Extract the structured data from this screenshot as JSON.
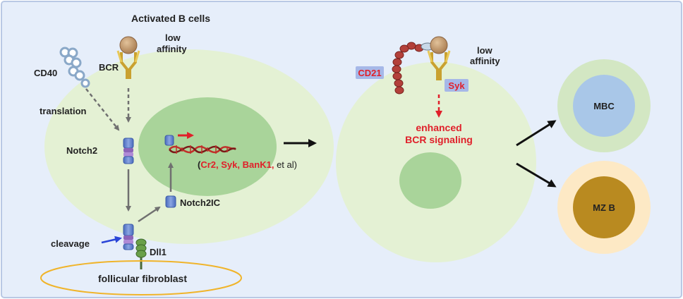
{
  "title": "Activated B cells",
  "labels": {
    "cd40": "CD40",
    "bcr": "BCR",
    "low_affinity_1": "low",
    "low_affinity_2": "affinity",
    "translation": "translation",
    "notch2": "Notch2",
    "notch2ic": "Notch2IC",
    "cleavage": "cleavage",
    "dll1": "Dll1",
    "fibroblast": "follicular fibroblast",
    "genes": {
      "open": "(",
      "cr2": "Cr2,",
      "syk": "Syk,",
      "bank1": "BanK1,",
      "etal": "et al)"
    },
    "cd21": "CD21",
    "syk_badge": "Syk",
    "low_affinity_right_1": "low",
    "low_affinity_right_2": "affinity",
    "enhanced_1": "enhanced",
    "enhanced_2": "BCR signaling",
    "mbc": "MBC",
    "mzb": "MZ B"
  },
  "colors": {
    "panel_bg": "#e6eefa",
    "panel_border": "#b9c9e4",
    "cell": "#e4f1d4",
    "nucleus": "#a9d49a",
    "mbc_outer": "#d3e7c3",
    "mbc_inner": "#a9c7e8",
    "mzb_outer": "#fde9c5",
    "mzb_inner": "#b98a20",
    "red": "#e0202a",
    "blue_arrow": "#2a45d8",
    "fibroblast": "#f0b42a",
    "receptor_yellow": "#f0c84a",
    "antigen": "#c9a073",
    "notch_blue": "#5b7fcf",
    "notch_purple": "#8c63b8",
    "badge": "#a6b8e8",
    "cd21_bead": "#b3403a"
  }
}
